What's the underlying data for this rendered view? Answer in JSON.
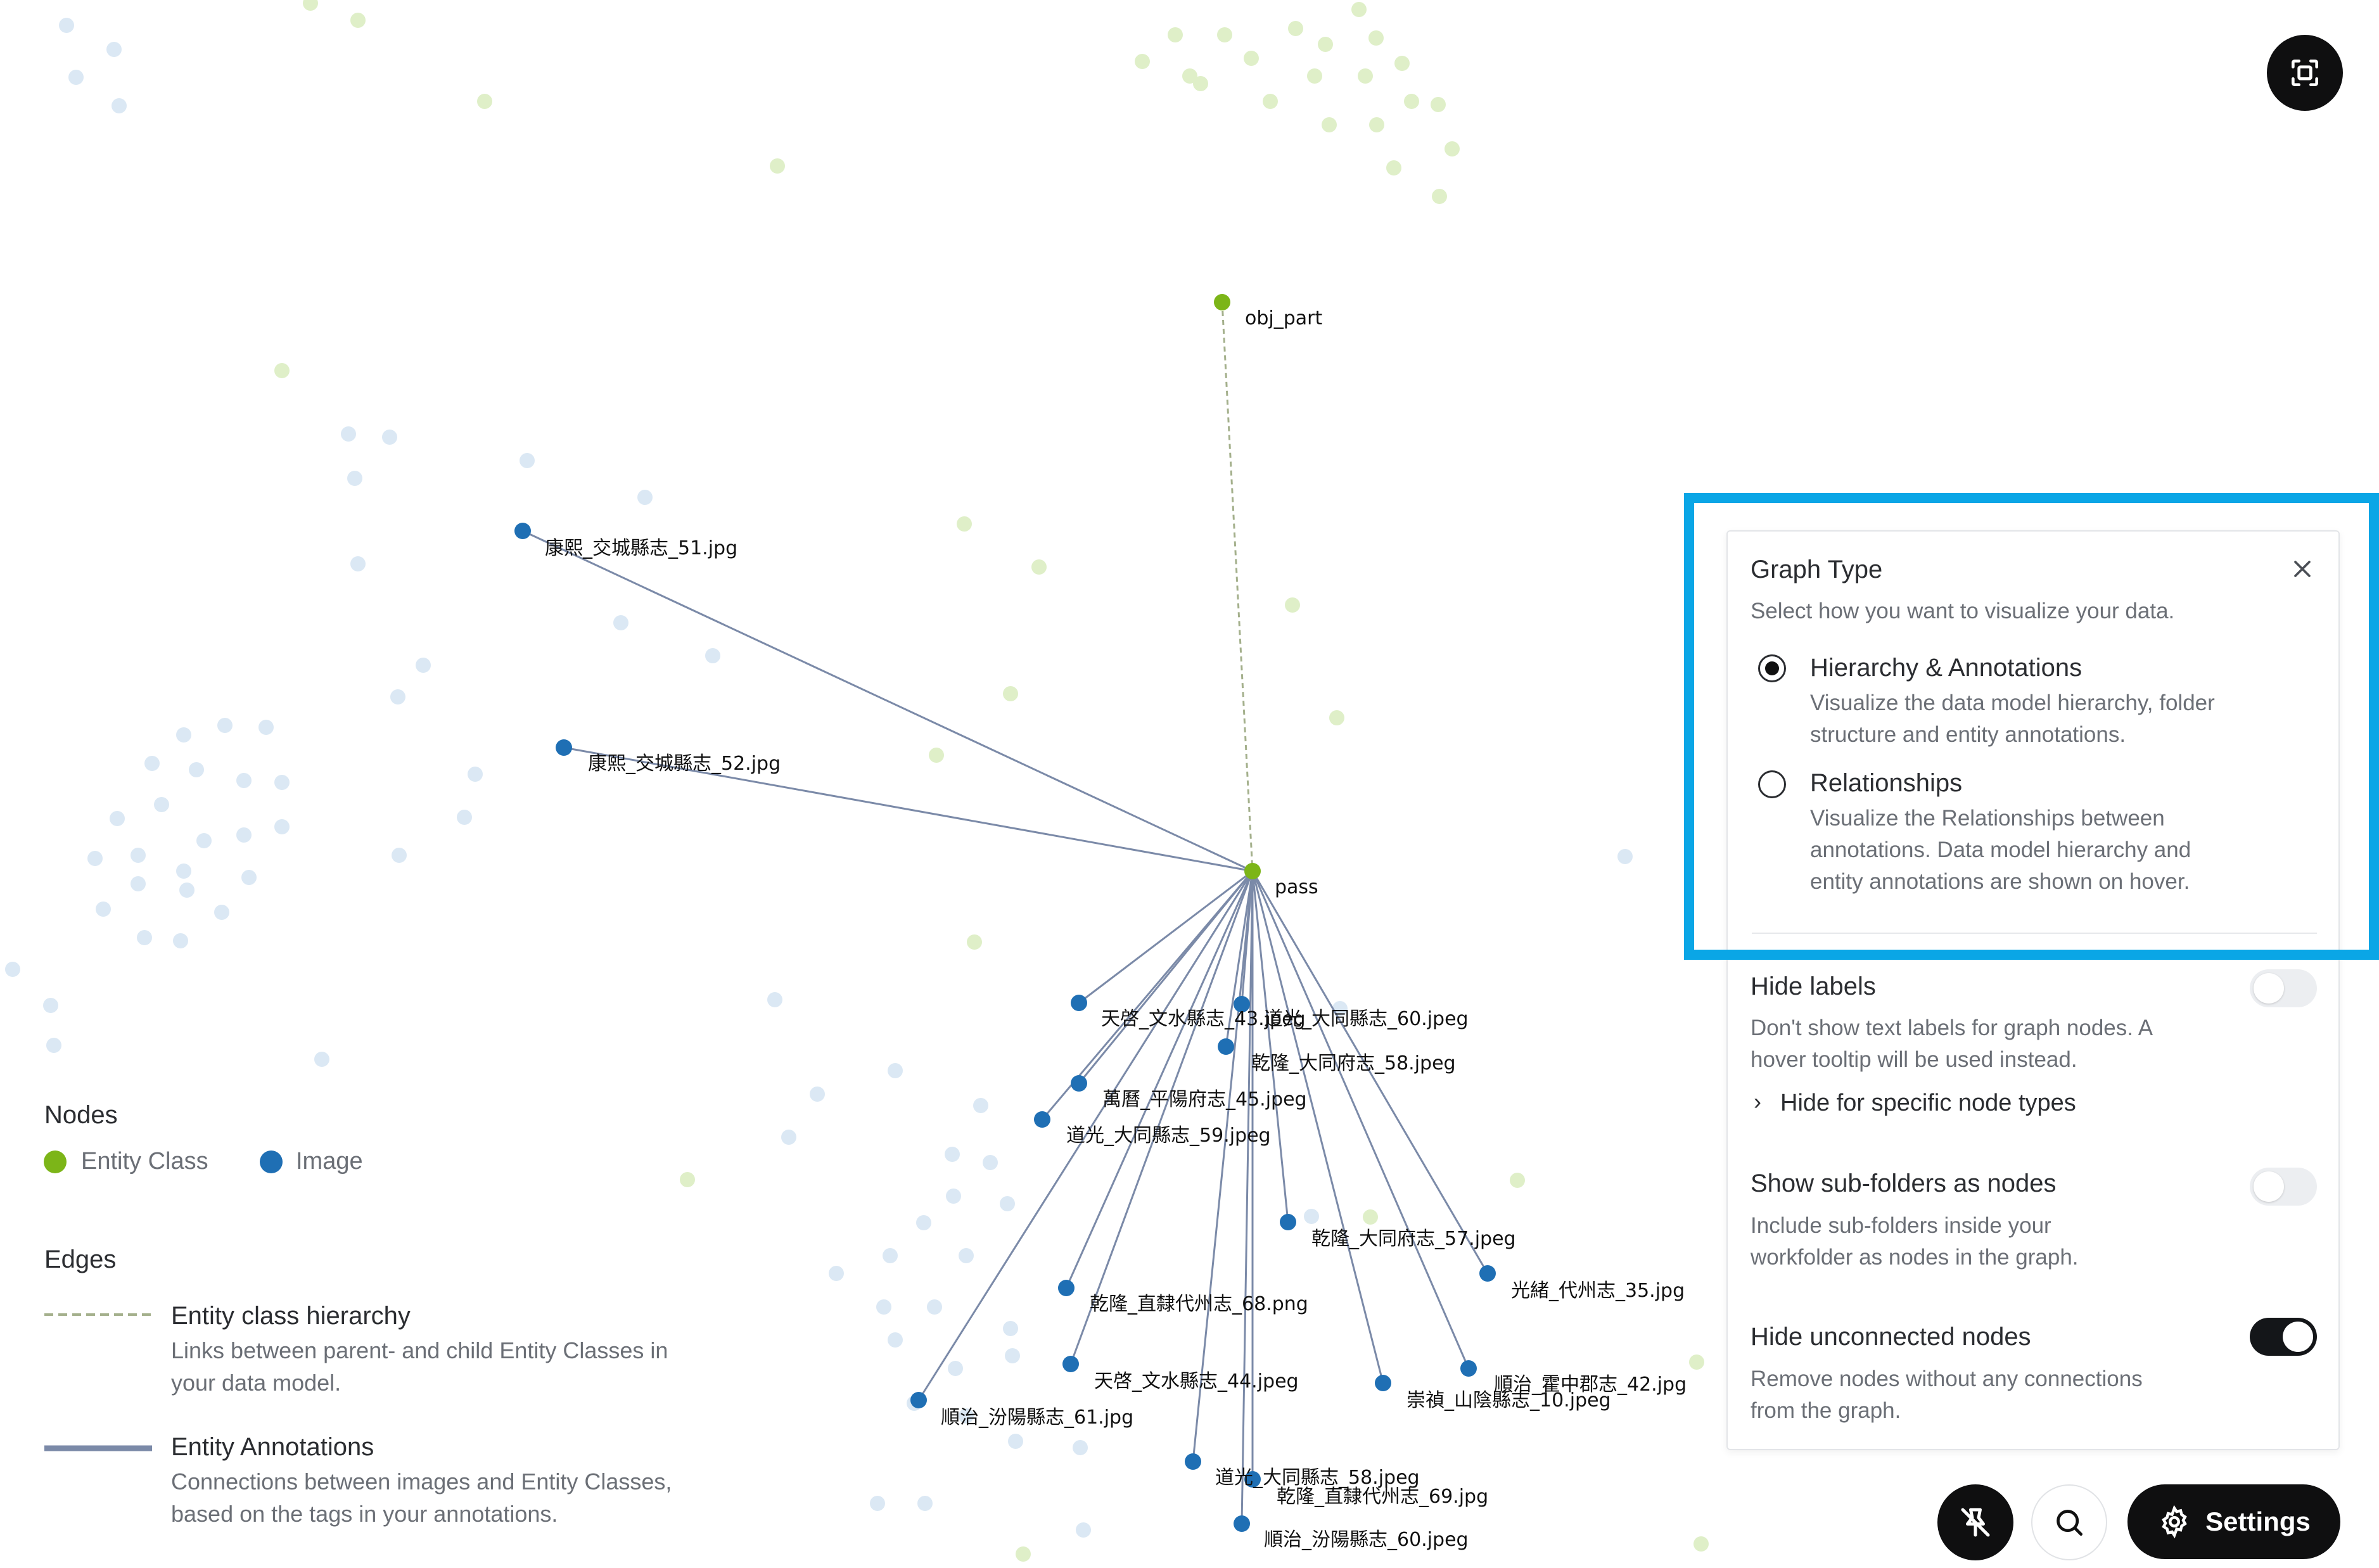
{
  "colors": {
    "entity_class": "#7cb518",
    "image": "#1f6fb4",
    "edge_annotation": "#7b8aa8",
    "edge_hierarchy": "#a4b08c",
    "highlight": "#0aa6e6"
  },
  "graph": {
    "nodes": [
      {
        "id": "obj_part",
        "label": "obj_part",
        "type": "entity_class"
      },
      {
        "id": "pass",
        "label": "pass",
        "type": "entity_class"
      },
      {
        "id": "n1",
        "label": "康熙_交城縣志_51.jpg",
        "type": "image"
      },
      {
        "id": "n2",
        "label": "康熙_交城縣志_52.jpg",
        "type": "image"
      },
      {
        "id": "n3",
        "label": "天啓_文水縣志_43.jpeg",
        "type": "image"
      },
      {
        "id": "n4",
        "label": "道光_大同縣志_60.jpeg",
        "type": "image"
      },
      {
        "id": "n5",
        "label": "乾隆_大同府志_58.jpeg",
        "type": "image"
      },
      {
        "id": "n6",
        "label": "萬曆_平陽府志_45.jpeg",
        "type": "image"
      },
      {
        "id": "n7",
        "label": "道光_大同縣志_59.jpeg",
        "type": "image"
      },
      {
        "id": "n8",
        "label": "乾隆_大同府志_57.jpeg",
        "type": "image"
      },
      {
        "id": "n9",
        "label": "光緒_代州志_35.jpg",
        "type": "image"
      },
      {
        "id": "n10",
        "label": "乾隆_直隸代州志_68.png",
        "type": "image"
      },
      {
        "id": "n11",
        "label": "天啓_文水縣志_44.jpeg",
        "type": "image"
      },
      {
        "id": "n12",
        "label": "順治_汾陽縣志_61.jpg",
        "type": "image"
      },
      {
        "id": "n13",
        "label": "順治_霍中郡志_42.jpg",
        "type": "image"
      },
      {
        "id": "n14",
        "label": "崇禎_山陰縣志_10.jpeg",
        "type": "image"
      },
      {
        "id": "n15",
        "label": "道光_大同縣志_58.jpeg",
        "type": "image"
      },
      {
        "id": "n16",
        "label": "乾隆_直隸代州志_69.jpg",
        "type": "image"
      },
      {
        "id": "n17",
        "label": "順治_汾陽縣志_60.jpeg",
        "type": "image"
      }
    ],
    "edges": [
      {
        "from": "obj_part",
        "to": "pass",
        "type": "hierarchy"
      },
      {
        "from": "n1",
        "to": "pass",
        "type": "annotation"
      },
      {
        "from": "n2",
        "to": "pass",
        "type": "annotation"
      },
      {
        "from": "n3",
        "to": "pass",
        "type": "annotation"
      },
      {
        "from": "n4",
        "to": "pass",
        "type": "annotation"
      },
      {
        "from": "n5",
        "to": "pass",
        "type": "annotation"
      },
      {
        "from": "n6",
        "to": "pass",
        "type": "annotation"
      },
      {
        "from": "n7",
        "to": "pass",
        "type": "annotation"
      },
      {
        "from": "n8",
        "to": "pass",
        "type": "annotation"
      },
      {
        "from": "n9",
        "to": "pass",
        "type": "annotation"
      },
      {
        "from": "n10",
        "to": "pass",
        "type": "annotation"
      },
      {
        "from": "n11",
        "to": "pass",
        "type": "annotation"
      },
      {
        "from": "n12",
        "to": "pass",
        "type": "annotation"
      },
      {
        "from": "n13",
        "to": "pass",
        "type": "annotation"
      },
      {
        "from": "n14",
        "to": "pass",
        "type": "annotation"
      },
      {
        "from": "n15",
        "to": "pass",
        "type": "annotation"
      },
      {
        "from": "n16",
        "to": "pass",
        "type": "annotation"
      },
      {
        "from": "n17",
        "to": "pass",
        "type": "annotation"
      }
    ]
  },
  "panel": {
    "title": "Graph Type",
    "subtitle": "Select how you want to visualize your data.",
    "options": [
      {
        "label": "Hierarchy & Annotations",
        "desc": [
          "Visualize the data model hierarchy, folder",
          "structure and entity annotations."
        ],
        "selected": true
      },
      {
        "label": "Relationships",
        "desc": [
          "Visualize the Relationships between",
          "annotations. Data model hierarchy and",
          "entity annotations are shown on hover."
        ],
        "selected": false
      }
    ],
    "settings": [
      {
        "title": "Hide labels",
        "desc": [
          "Don't show text labels for graph nodes. A",
          "hover tooltip will be used instead."
        ],
        "on": false
      },
      {
        "title": "Show sub-folders as nodes",
        "desc": [
          "Include sub-folders inside your",
          "workfolder as nodes in the graph."
        ],
        "on": false
      },
      {
        "title": "Hide unconnected nodes",
        "desc": [
          "Remove nodes without any connections",
          "from the graph."
        ],
        "on": true
      }
    ],
    "expander_label": "Hide for specific node types"
  },
  "legend": {
    "nodes_title": "Nodes",
    "node_types": [
      {
        "label": "Entity Class",
        "color": "#7cb518"
      },
      {
        "label": "Image",
        "color": "#1f6fb4"
      }
    ],
    "edges_title": "Edges",
    "edge_types": [
      {
        "title": "Entity class hierarchy",
        "desc": [
          "Links between parent- and child Entity Classes in",
          "your data model."
        ]
      },
      {
        "title": "Entity Annotations",
        "desc": [
          "Connections between images and Entity Classes,",
          "based on the tags in your annotations."
        ]
      }
    ]
  },
  "toolbar": {
    "settings_label": "Settings",
    "icons": [
      "fullscreen-icon",
      "pin-off-icon",
      "search-icon",
      "gear-icon"
    ]
  }
}
